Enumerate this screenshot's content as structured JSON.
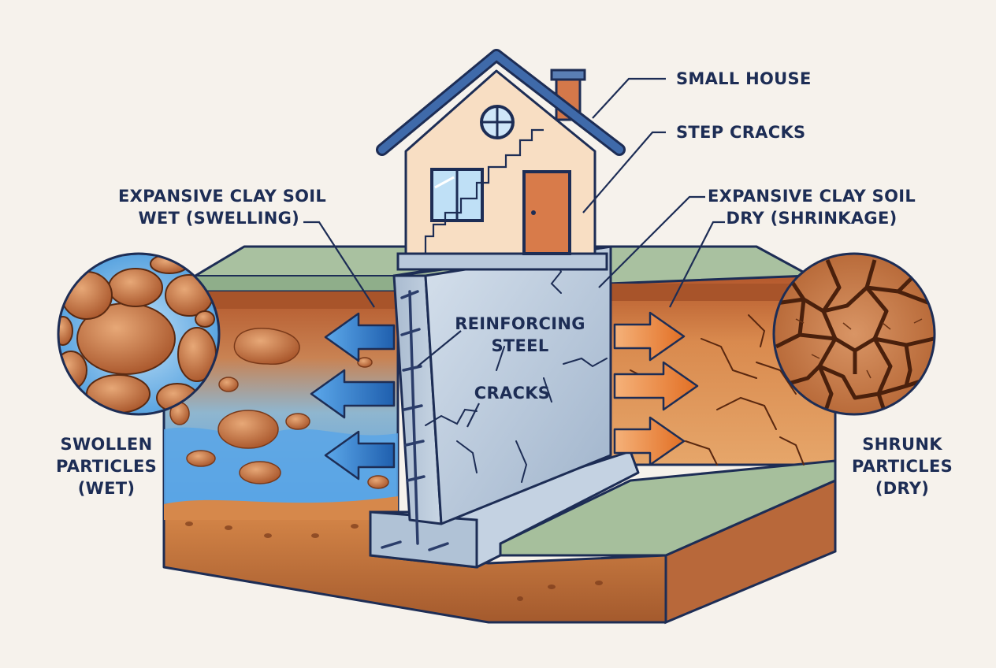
{
  "labels": {
    "small_house": "SMALL HOUSE",
    "step_cracks": "STEP CRACKS",
    "wet_soil": {
      "line1": "EXPANSIVE CLAY SOIL",
      "line2": "WET (SWELLING)"
    },
    "dry_soil": {
      "line1": "EXPANSIVE CLAY SOIL",
      "line2": "DRY (SHRINKAGE)"
    },
    "reinforcing_steel": {
      "line1": "REINFORCING",
      "line2": "STEEL"
    },
    "cracks": "CRACKS",
    "swollen": {
      "line1": "SWOLLEN",
      "line2": "PARTICLES",
      "line3": "(WET)"
    },
    "shrunk": {
      "line1": "SHRUNK",
      "line2": "PARTICLES",
      "line3": "(DRY)"
    }
  },
  "colors": {
    "background": "#f6f2ec",
    "outline": "#1d2d55",
    "wet_arrow": "#3b86d6",
    "dry_arrow": "#ec8a3c",
    "grass": "#9fb899",
    "soil": "#c8733d",
    "water": "#6aaee6",
    "concrete": "#b9c9dc"
  },
  "icons": {
    "swollen_inset": "swollen-particles-circle",
    "shrunk_inset": "cracked-dry-soil-circle",
    "wet_arrows": "arrow-left",
    "dry_arrows": "arrow-right"
  }
}
